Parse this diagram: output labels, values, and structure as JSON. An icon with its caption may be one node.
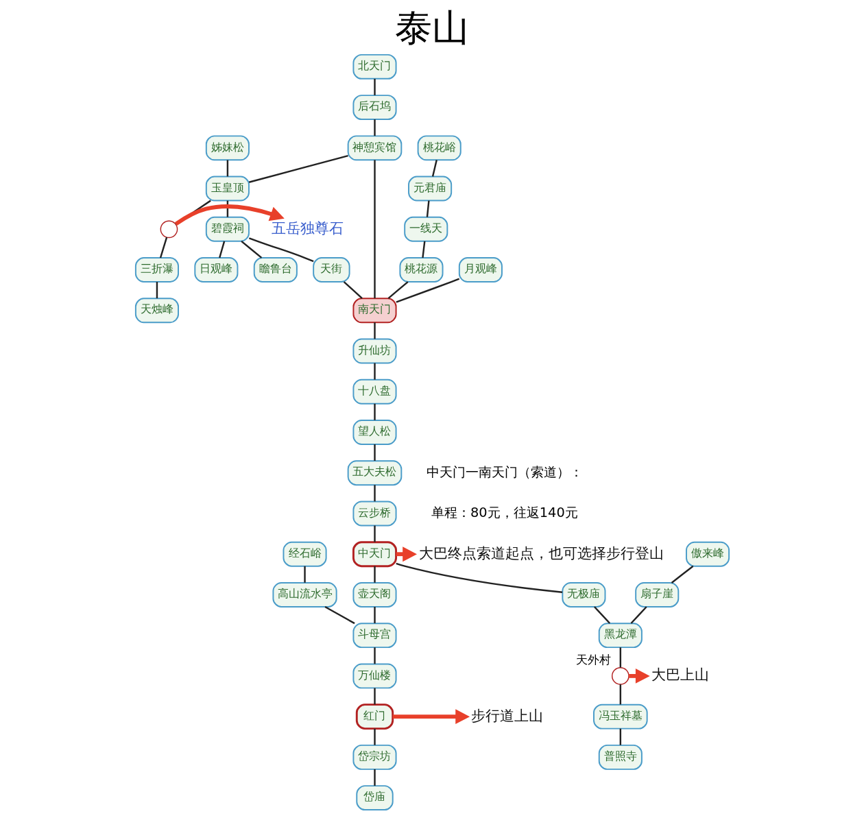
{
  "diagram": {
    "title": "泰山",
    "nodes": [
      {
        "text": [
          "北天门"
        ]
      },
      {
        "text": [
          "姊妹松"
        ]
      },
      {
        "text": [
          "后石坞"
        ]
      },
      {
        "text": [
          "神憩宾馆"
        ]
      },
      {
        "text": [
          "玉皇顶"
        ]
      },
      {
        "text": [
          "三折瀑"
        ]
      },
      {
        "text": [
          "天烛峰"
        ]
      },
      {
        "text": [
          "桃花峪"
        ]
      },
      {
        "text": [
          "一线天"
        ]
      },
      {
        "text": [
          "月观峰"
        ]
      },
      {
        "text": [
          "碧霞祠"
        ]
      },
      {
        "text": [
          "元君庙"
        ]
      },
      {
        "text": [
          "南天门"
        ]
      },
      {
        "text": [
          "天街"
        ]
      },
      {
        "text": [
          "日观峰"
        ]
      },
      {
        "text": [
          "瞻鲁台"
        ]
      },
      {
        "text": [
          "桃花源"
        ]
      },
      {
        "text": [
          "升仙坊"
        ]
      },
      {
        "text": [
          "十八盘"
        ]
      },
      {
        "text": [
          "望人松"
        ]
      },
      {
        "text": [
          "五大夫松"
        ]
      },
      {
        "text": [
          "云步桥"
        ]
      },
      {
        "text": [
          "中天门"
        ]
      },
      {
        "text": [
          "经石峪"
        ]
      },
      {
        "text": [
          "壶天阁"
        ]
      },
      {
        "text": [
          "高山流水亭"
        ]
      },
      {
        "text": [
          "斗母宫"
        ]
      },
      {
        "text": [
          "扇子崖"
        ]
      },
      {
        "text": [
          "无极庙"
        ]
      },
      {
        "text": [
          "傲来峰"
        ]
      },
      {
        "text": [
          "万仙楼"
        ]
      },
      {
        "text": [
          "黑龙潭"
        ]
      },
      {
        "text": [
          "红门"
        ]
      },
      {
        "text": [],
        "shape": "circle",
        "beside": [
          "天外村"
        ]
      },
      {
        "text": [
          "冯玉祥墓"
        ]
      },
      {
        "text": [
          "普照寺"
        ]
      },
      {
        "text": [
          "岱宗坊"
        ]
      },
      {
        "text": [
          "岱庙"
        ]
      },
      {
        "text": [],
        "shape": "circle"
      },
      {
        "text": [
          "五岳独尊石"
        ]
      },
      {
        "text": [
          "大巴终点索道起点，也可选择步行登山"
        ]
      },
      {
        "text": [
          "步行道上山"
        ]
      },
      {
        "text": [
          "大巴上山"
        ]
      }
    ],
    "edges": [
      {
        "from": 0,
        "to": 2,
        "arrow": "none"
      },
      {
        "from": 2,
        "to": 3,
        "arrow": "none"
      },
      {
        "from": 3,
        "to": 4,
        "arrow": "none"
      },
      {
        "from": 1,
        "to": 4,
        "arrow": "none"
      },
      {
        "from": 4,
        "to": 38,
        "arrow": "none"
      },
      {
        "from": 38,
        "to": 5,
        "arrow": "none"
      },
      {
        "from": 5,
        "to": 6,
        "arrow": "none"
      },
      {
        "from": 4,
        "to": 10,
        "arrow": "none"
      },
      {
        "from": 10,
        "to": 14,
        "arrow": "none"
      },
      {
        "from": 10,
        "to": 15,
        "arrow": "none"
      },
      {
        "from": 10,
        "to": 13,
        "arrow": "none"
      },
      {
        "from": 3,
        "to": 12,
        "arrow": "none"
      },
      {
        "from": 9,
        "to": 12,
        "arrow": "none"
      },
      {
        "from": 13,
        "to": 12,
        "arrow": "none"
      },
      {
        "from": 7,
        "to": 11,
        "arrow": "none"
      },
      {
        "from": 11,
        "to": 8,
        "arrow": "none"
      },
      {
        "from": 8,
        "to": 16,
        "arrow": "none"
      },
      {
        "from": 16,
        "to": 12,
        "arrow": "none"
      },
      {
        "from": 12,
        "to": 17,
        "arrow": "none"
      },
      {
        "from": 17,
        "to": 18,
        "arrow": "none"
      },
      {
        "from": 18,
        "to": 19,
        "arrow": "none"
      },
      {
        "from": 19,
        "to": 20,
        "arrow": "none"
      },
      {
        "from": 20,
        "to": 21,
        "arrow": "none"
      },
      {
        "from": 21,
        "to": 22,
        "arrow": "none"
      },
      {
        "from": 22,
        "to": 24,
        "arrow": "none"
      },
      {
        "from": 22,
        "to": 28,
        "arrow": "none"
      },
      {
        "from": 24,
        "to": 26,
        "arrow": "none"
      },
      {
        "from": 23,
        "to": 25,
        "arrow": "none"
      },
      {
        "from": 25,
        "to": 26,
        "arrow": "none"
      },
      {
        "from": 26,
        "to": 30,
        "arrow": "none"
      },
      {
        "from": 30,
        "to": 32,
        "arrow": "none"
      },
      {
        "from": 32,
        "to": 36,
        "arrow": "none"
      },
      {
        "from": 36,
        "to": 37,
        "arrow": "none"
      },
      {
        "from": 28,
        "to": 31,
        "arrow": "none"
      },
      {
        "from": 29,
        "to": 27,
        "arrow": "none"
      },
      {
        "from": 27,
        "to": 31,
        "arrow": "none"
      },
      {
        "from": 31,
        "to": 33,
        "arrow": "none"
      },
      {
        "from": 33,
        "to": 34,
        "arrow": "none"
      },
      {
        "from": 34,
        "to": 35,
        "arrow": "none"
      },
      {
        "from": 38,
        "to": 39,
        "arrow": "to",
        "style": "thick",
        "color": "#e8402a"
      },
      {
        "from": 22,
        "to": 40,
        "arrow": "to",
        "style": "thick",
        "color": "#e8402a"
      },
      {
        "from": 32,
        "to": 41,
        "arrow": "to",
        "style": "thick",
        "color": "#e8402a"
      },
      {
        "from": 33,
        "to": 42,
        "arrow": "to",
        "style": "thick",
        "color": "#e8402a"
      }
    ],
    "labels": [
      "中天门一南天门（索道）：",
      "单程：80元，往返140元"
    ]
  }
}
